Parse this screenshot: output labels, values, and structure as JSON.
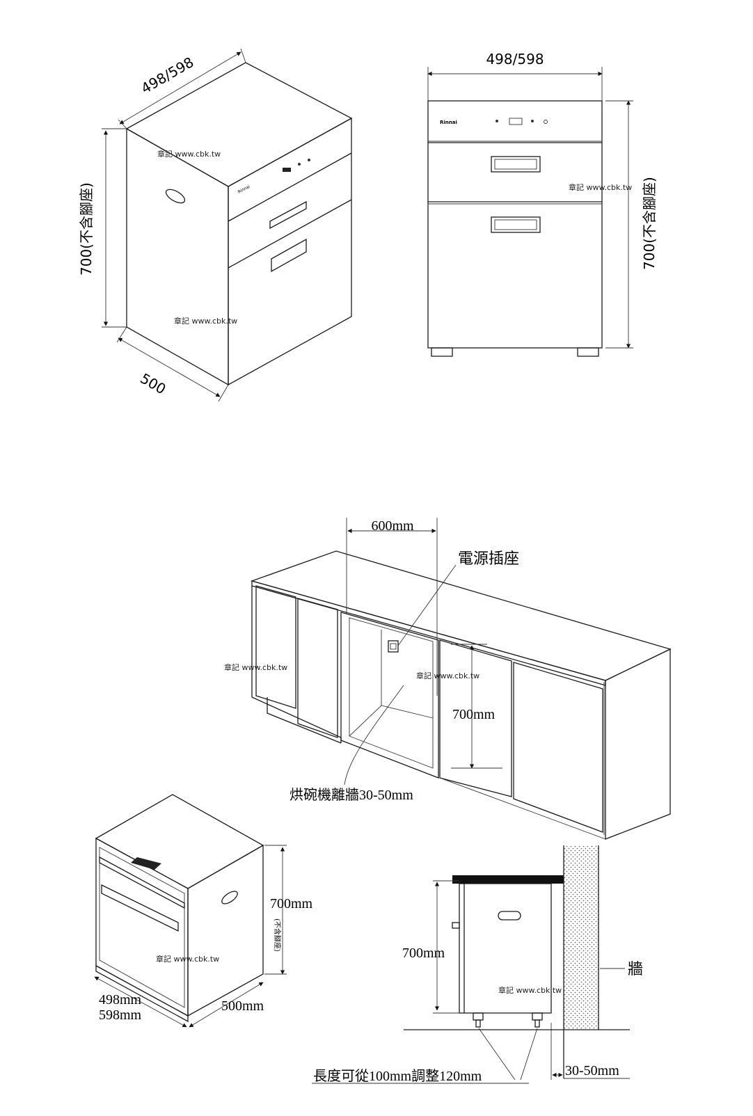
{
  "top_left": {
    "dim_width": "498/598",
    "dim_height": "700(不含腳座)",
    "dim_depth": "500",
    "watermark_1": "章記 www.cbk.tw",
    "watermark_2": "章記 www.cbk.tw"
  },
  "top_right": {
    "dim_width": "498/598",
    "dim_height": "700(不含腳座)",
    "brand": "Rinnai",
    "watermark": "章記 www.cbk.tw"
  },
  "install": {
    "dim_width": "600mm",
    "socket_label": "電源插座",
    "dim_height": "700mm",
    "wall_gap_label": "烘碗機離牆30-50mm",
    "watermark_1": "章記 www.cbk.tw",
    "watermark_2": "章記 www.cbk.tw"
  },
  "bottom_left": {
    "dim_height": "700mm",
    "dim_height_note": "(不含腳座)",
    "dim_width_1": "498mm",
    "dim_width_2": "598mm",
    "dim_depth": "500mm",
    "watermark": "章記 www.cbk.tw"
  },
  "bottom_right": {
    "dim_height": "700mm",
    "wall_label": "牆",
    "feet_label": "長度可從100mm調整120mm",
    "gap_label": "30-50mm",
    "watermark": "章記 www.cbk.tw"
  }
}
